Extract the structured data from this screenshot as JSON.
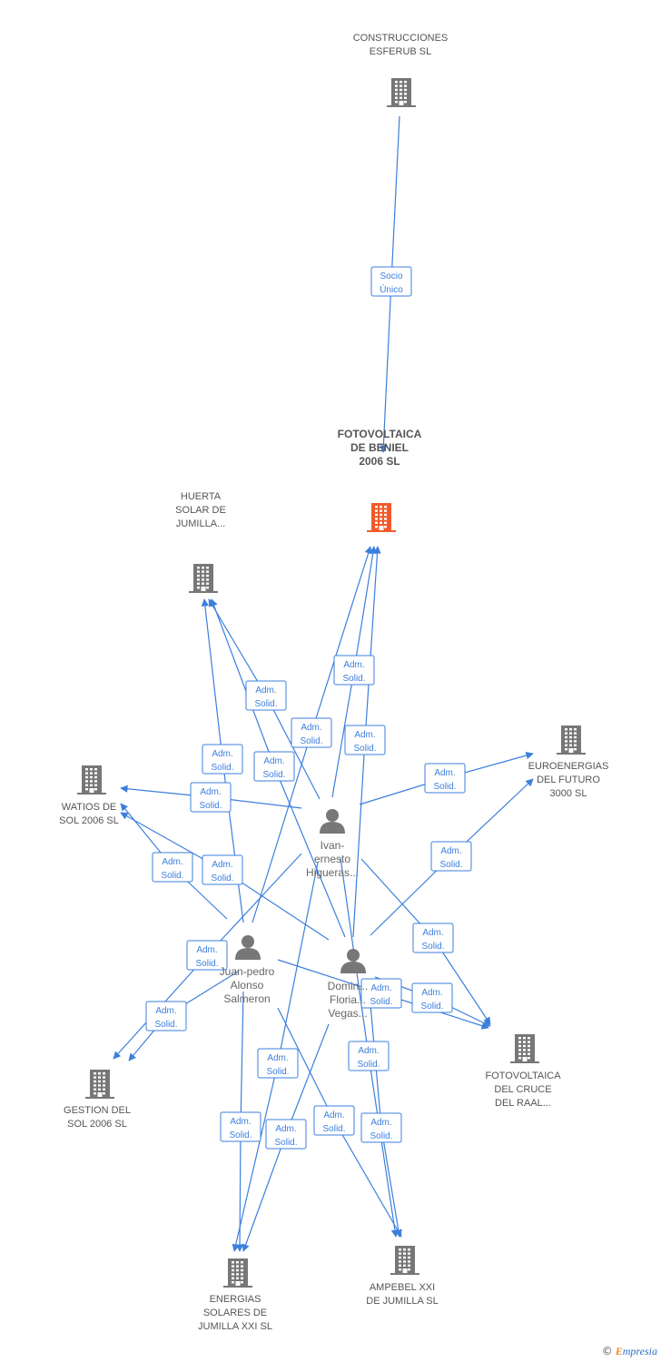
{
  "nodes": [
    {
      "id": "construcciones",
      "type": "company",
      "lines": [
        "CONSTRUCCIONES",
        "ESFERUB SL"
      ],
      "color": "#777777"
    },
    {
      "id": "fotovoltaica_beniel",
      "type": "company",
      "lines": [
        "FOTOVOLTAICA",
        "DE BENIEL",
        "2006 SL"
      ],
      "color": "#f05a28",
      "main": true
    },
    {
      "id": "huerta",
      "type": "company",
      "lines": [
        "HUERTA",
        "SOLAR DE",
        "JUMILLA..."
      ],
      "color": "#777777"
    },
    {
      "id": "watios",
      "type": "company",
      "lines": [
        "WATIOS DE",
        "SOL 2006 SL"
      ],
      "color": "#777777"
    },
    {
      "id": "euroenergias",
      "type": "company",
      "lines": [
        "EUROENERGIAS",
        "DEL FUTURO",
        "3000 SL"
      ],
      "color": "#777777"
    },
    {
      "id": "fotovoltaica_cruce",
      "type": "company",
      "lines": [
        "FOTOVOLTAICA",
        "DEL CRUCE",
        "DEL RAAL..."
      ],
      "color": "#777777"
    },
    {
      "id": "gestion",
      "type": "company",
      "lines": [
        "GESTION DEL",
        "SOL 2006 SL"
      ],
      "color": "#777777"
    },
    {
      "id": "energias",
      "type": "company",
      "lines": [
        "ENERGIAS",
        "SOLARES DE",
        "JUMILLA XXI SL"
      ],
      "color": "#777777"
    },
    {
      "id": "ampebel",
      "type": "company",
      "lines": [
        "AMPEBEL XXI",
        "DE JUMILLA SL"
      ],
      "color": "#777777"
    },
    {
      "id": "ivan",
      "type": "person",
      "lines": [
        "Ivan-",
        "ernesto",
        "Higueras..."
      ],
      "color": "#777777"
    },
    {
      "id": "juan",
      "type": "person",
      "lines": [
        "Juan-pedro",
        "Alonso",
        "Salmeron"
      ],
      "color": "#777777"
    },
    {
      "id": "domin",
      "type": "person",
      "lines": [
        "Domin...",
        "Floria...",
        "Vegas..."
      ],
      "color": "#777777"
    }
  ],
  "edges": [
    {
      "from": "construcciones",
      "to": "fotovoltaica_beniel",
      "label": [
        "Socio",
        "Único"
      ]
    },
    {
      "from": "ivan",
      "to": "fotovoltaica_beniel",
      "label": [
        "Adm.",
        "Solid."
      ]
    },
    {
      "from": "juan",
      "to": "fotovoltaica_beniel",
      "label": [
        "Adm.",
        "Solid."
      ]
    },
    {
      "from": "domin",
      "to": "fotovoltaica_beniel",
      "label": [
        "Adm.",
        "Solid."
      ]
    },
    {
      "from": "ivan",
      "to": "huerta",
      "label": [
        "Adm.",
        "Solid."
      ]
    },
    {
      "from": "juan",
      "to": "huerta",
      "label": [
        "Adm.",
        "Solid."
      ]
    },
    {
      "from": "domin",
      "to": "huerta",
      "label": [
        "Adm.",
        "Solid."
      ]
    },
    {
      "from": "ivan",
      "to": "watios",
      "label": [
        "Adm.",
        "Solid."
      ]
    },
    {
      "from": "juan",
      "to": "watios",
      "label": [
        "Adm.",
        "Solid."
      ]
    },
    {
      "from": "domin",
      "to": "watios",
      "label": [
        "Adm.",
        "Solid."
      ]
    },
    {
      "from": "ivan",
      "to": "euroenergias",
      "label": [
        "Adm.",
        "Solid."
      ]
    },
    {
      "from": "domin",
      "to": "euroenergias",
      "label": [
        "Adm.",
        "Solid."
      ]
    },
    {
      "from": "ivan",
      "to": "fotovoltaica_cruce",
      "label": [
        "Adm.",
        "Solid."
      ]
    },
    {
      "from": "juan",
      "to": "fotovoltaica_cruce",
      "label": [
        "Adm.",
        "Solid."
      ]
    },
    {
      "from": "domin",
      "to": "fotovoltaica_cruce",
      "label": [
        "Adm.",
        "Solid."
      ]
    },
    {
      "from": "ivan",
      "to": "gestion",
      "label": [
        "Adm.",
        "Solid."
      ]
    },
    {
      "from": "juan",
      "to": "gestion",
      "label": [
        "Adm.",
        "Solid."
      ]
    },
    {
      "from": "ivan",
      "to": "energias",
      "label": [
        "Adm.",
        "Solid."
      ]
    },
    {
      "from": "juan",
      "to": "energias",
      "label": [
        "Adm.",
        "Solid."
      ]
    },
    {
      "from": "domin",
      "to": "energias",
      "label": [
        "Adm.",
        "Solid."
      ]
    },
    {
      "from": "ivan",
      "to": "ampebel",
      "label": [
        "Adm.",
        "Solid."
      ]
    },
    {
      "from": "juan",
      "to": "ampebel",
      "label": [
        "Adm.",
        "Solid."
      ]
    },
    {
      "from": "domin",
      "to": "ampebel",
      "label": [
        "Adm.",
        "Solid."
      ]
    }
  ],
  "credit": {
    "copyright": "©",
    "brand_initial": "E",
    "brand_rest": "mpresia"
  }
}
